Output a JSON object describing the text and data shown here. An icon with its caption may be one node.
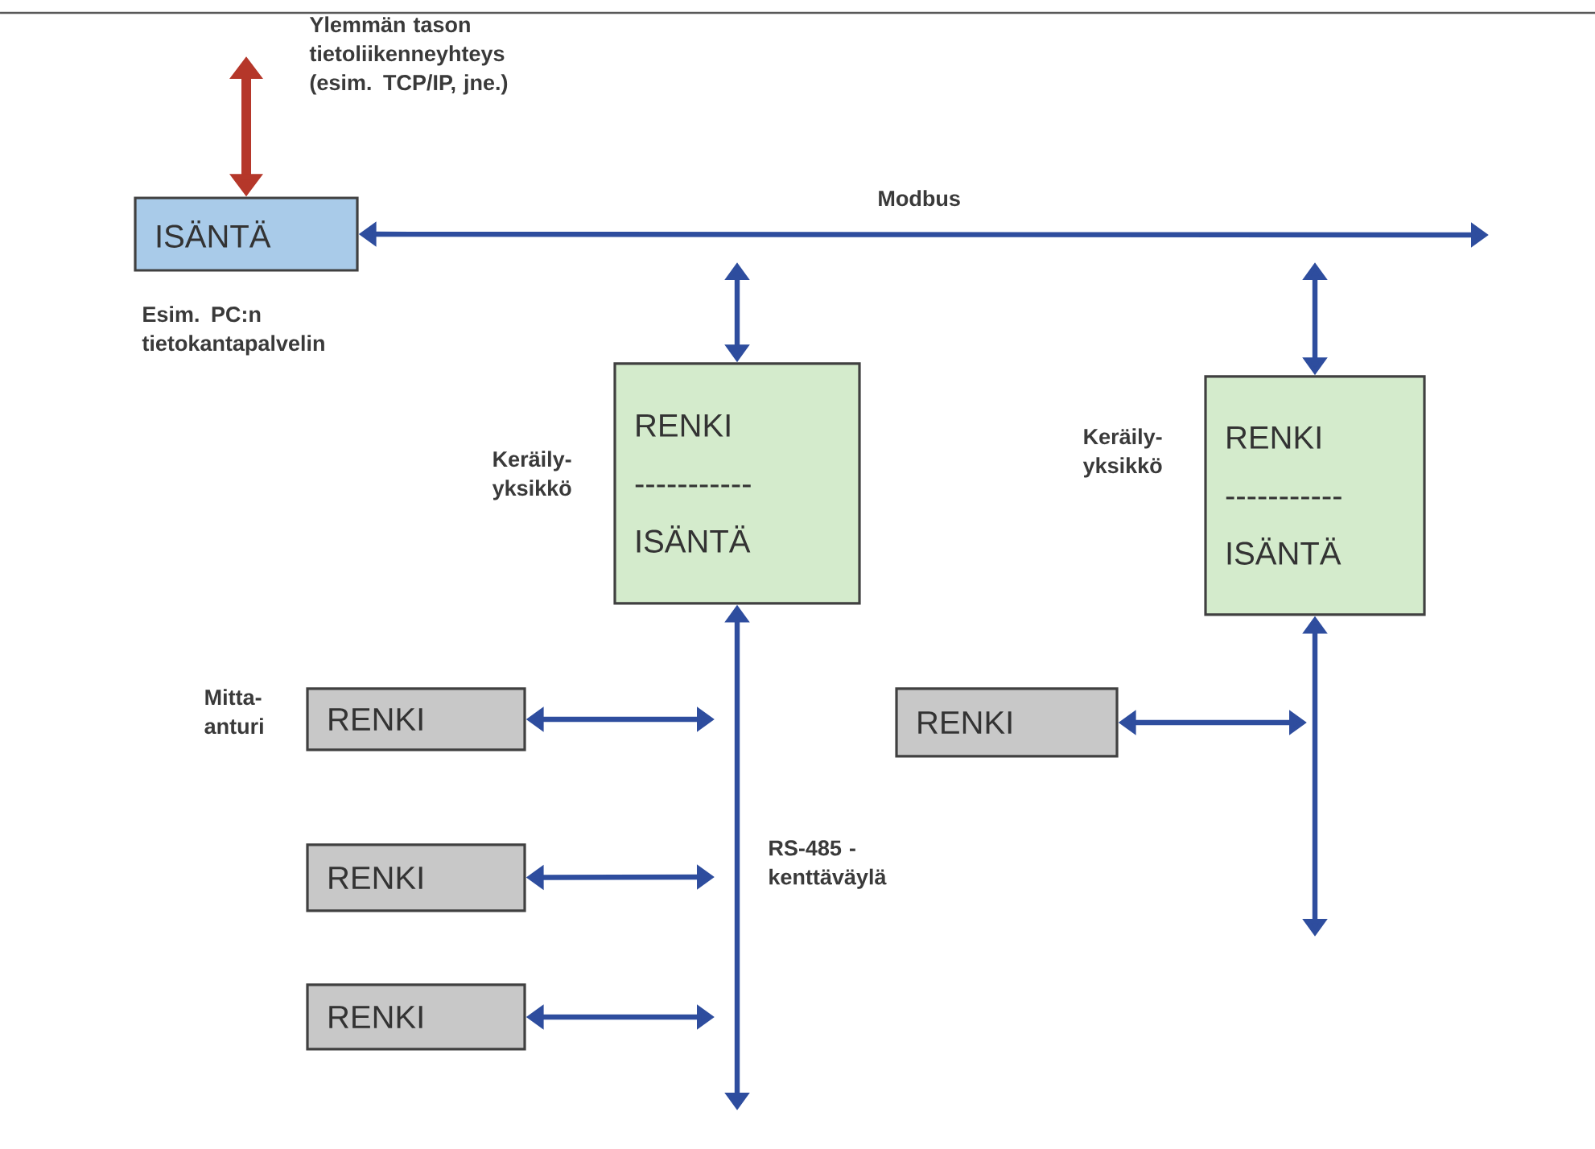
{
  "diagram": {
    "nodes": [
      {
        "text": [
          "ISÄNTÄ"
        ],
        "beside": [
          "Esim. PC:n tietokantapalvelin"
        ]
      },
      {
        "text": [
          "RENKI",
          "-----------",
          "ISÄNTÄ"
        ],
        "beside": [
          "Keräily-yksikkö"
        ]
      },
      {
        "text": [
          "RENKI",
          "-----------",
          "ISÄNTÄ"
        ],
        "beside": [
          "Keräily-yksikkö"
        ]
      },
      {
        "text": [
          "RENKI"
        ],
        "beside": [
          "Mitta-anturi"
        ]
      },
      {
        "text": [
          "RENKI"
        ]
      },
      {
        "text": [
          "RENKI"
        ]
      },
      {
        "text": [
          "RENKI"
        ]
      }
    ],
    "edges": [
      {
        "from": null,
        "to": 0,
        "arrow": "both",
        "color": "#b5372a",
        "style": "thick",
        "label": "Ylemmän tason tietoliikenneyhteys (esim. TCP/IP, jne.)"
      },
      {
        "from": 0,
        "to": null,
        "arrow": "both",
        "label": "Modbus"
      },
      {
        "from": null,
        "to": 1,
        "arrow": "both"
      },
      {
        "from": null,
        "to": 2,
        "arrow": "both"
      },
      {
        "from": 1,
        "to": null,
        "arrow": "both",
        "label": "RS-485 - kenttäväylä"
      },
      {
        "from": 2,
        "to": null,
        "arrow": "both"
      },
      {
        "from": 3,
        "to": null,
        "arrow": "both"
      },
      {
        "from": 4,
        "to": null,
        "arrow": "both"
      },
      {
        "from": 5,
        "to": null,
        "arrow": "both"
      },
      {
        "from": 6,
        "to": null,
        "arrow": "both"
      }
    ]
  }
}
